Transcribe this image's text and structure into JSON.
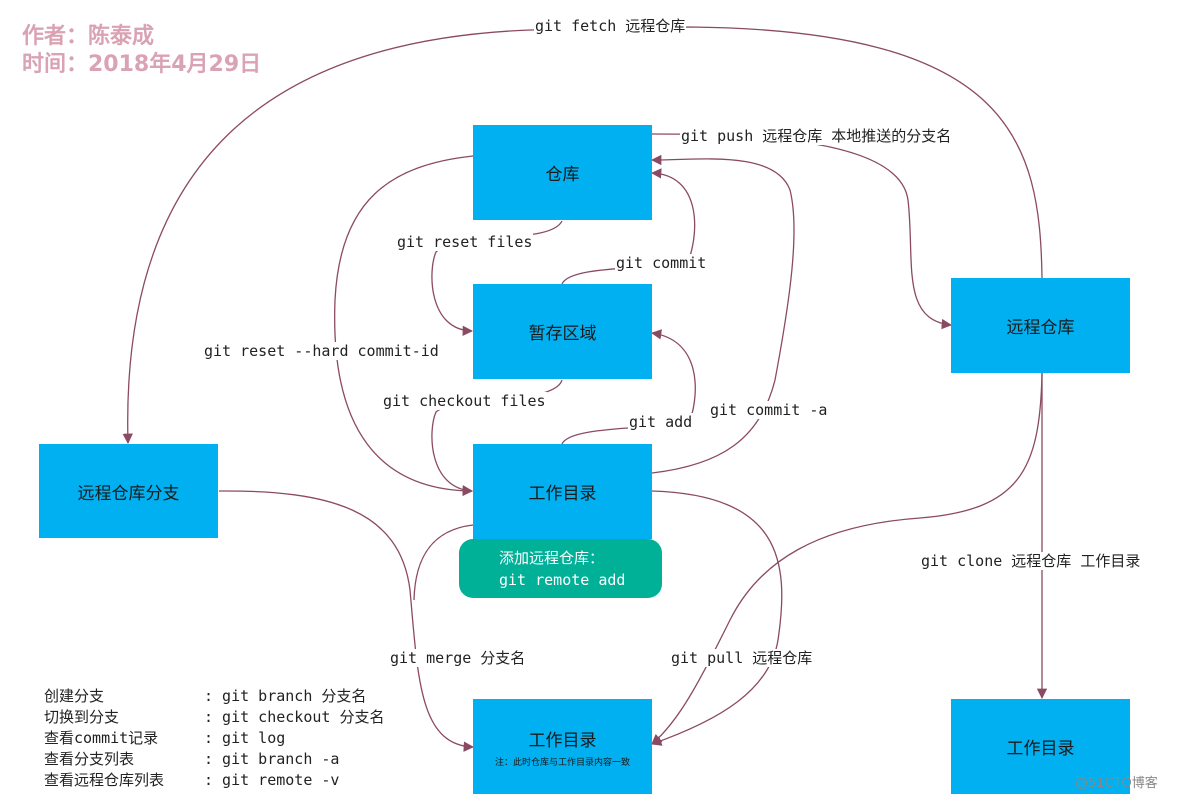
{
  "author": {
    "line1": "作者：陈泰成",
    "line2": "时间：2018年4月29日"
  },
  "nodes": {
    "repo": "仓库",
    "stage": "暂存区域",
    "workdir": "工作目录",
    "remote_repo": "远程仓库",
    "remote_branch": "远程仓库分支",
    "workdir_bottom": "工作目录",
    "workdir_bottom_note": "注：此时仓库与工作目录内容一致",
    "workdir_clone": "工作目录"
  },
  "remote_add": {
    "line1": "添加远程仓库：",
    "line2": "git remote add"
  },
  "labels": {
    "fetch": "git fetch 远程仓库",
    "push": "git push 远程仓库 本地推送的分支名",
    "reset_files": "git reset files",
    "commit": "git commit",
    "reset_hard": "git reset --hard commit-id",
    "checkout_files": "git checkout files",
    "add": "git add",
    "commit_a": "git commit -a",
    "clone": "git clone 远程仓库 工作目录",
    "merge": "git merge 分支名",
    "pull": "git pull 远程仓库"
  },
  "commands": [
    {
      "desc": "创建分支",
      "cmd": ": git branch 分支名"
    },
    {
      "desc": "切换到分支",
      "cmd": ": git checkout 分支名"
    },
    {
      "desc": "查看commit记录",
      "cmd": ": git log"
    },
    {
      "desc": "查看分支列表",
      "cmd": ": git branch -a"
    },
    {
      "desc": "查看远程仓库列表",
      "cmd": ": git remote -v"
    }
  ],
  "watermark": "@51CTO博客",
  "colors": {
    "box": "#00b0f0",
    "green": "#00b097",
    "line": "#8b4a63",
    "author": "#d9a3b4"
  }
}
